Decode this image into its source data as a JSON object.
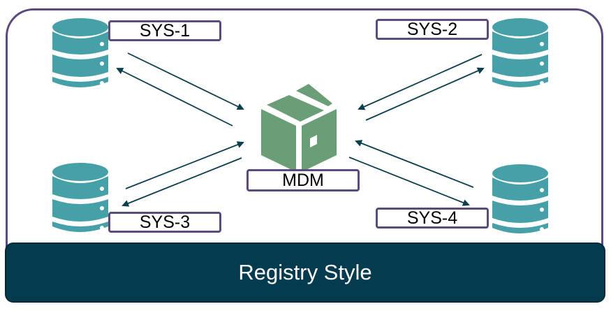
{
  "diagram": {
    "title": "Registry Style",
    "hub": {
      "label": "MDM",
      "icon": "package-box-icon",
      "color": "#6a9e76"
    },
    "systems": [
      {
        "id": "sys1",
        "label": "SYS-1",
        "position": "top-left"
      },
      {
        "id": "sys2",
        "label": "SYS-2",
        "position": "top-right"
      },
      {
        "id": "sys3",
        "label": "SYS-3",
        "position": "bottom-left"
      },
      {
        "id": "sys4",
        "label": "SYS-4",
        "position": "bottom-right"
      }
    ],
    "connections": "bidirectional arrows between MDM and each system",
    "colors": {
      "frame": "#5b4a7e",
      "database": "#45a0a8",
      "arrow": "#0b3e4f",
      "footer": "#053b4e"
    }
  }
}
